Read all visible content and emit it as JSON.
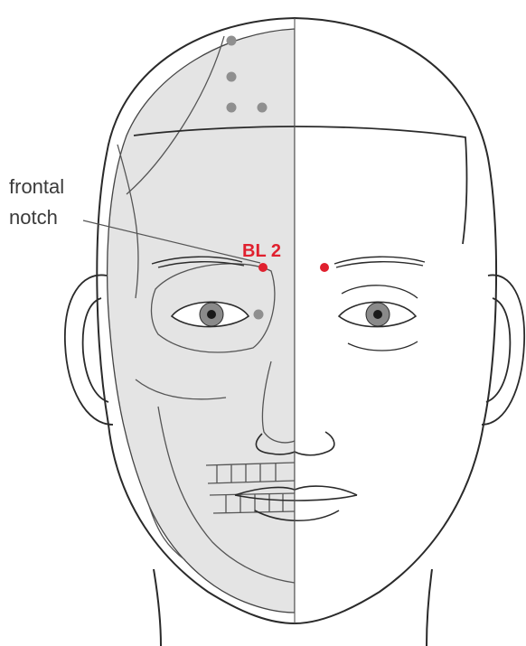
{
  "labels": {
    "frontal_line1": "frontal",
    "frontal_line2": "notch",
    "point_name": "BL 2"
  },
  "colors": {
    "point_red": "#e0202e",
    "point_gray": "#8f8f8f",
    "skull_shade": "#e4e4e4",
    "outline": "#2a2a2a",
    "text": "#3a3a3a"
  }
}
